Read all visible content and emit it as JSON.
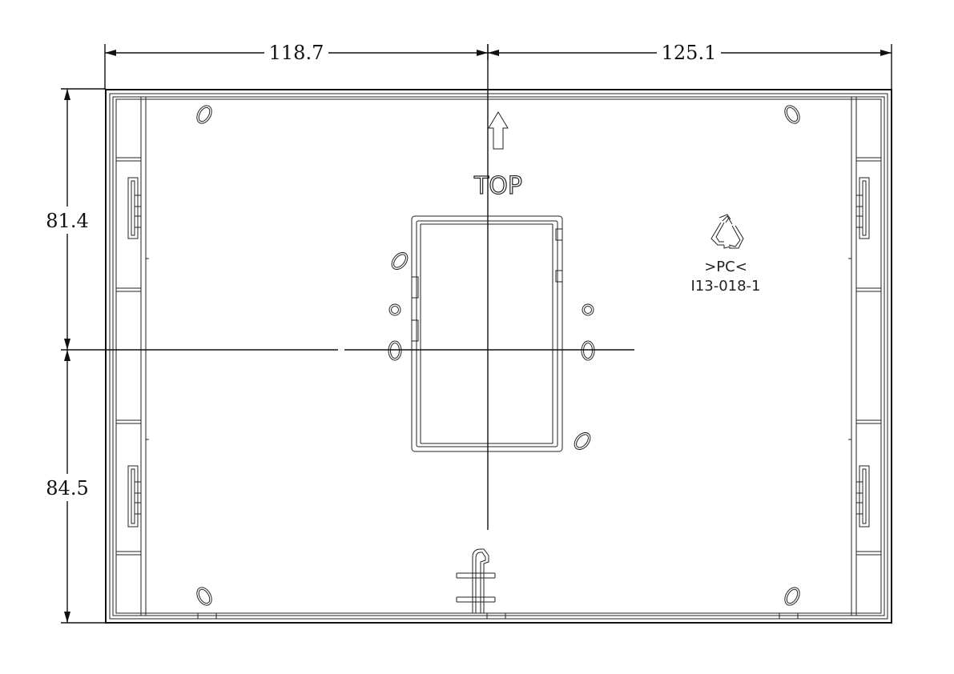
{
  "dimensions": {
    "top_left_width": "118.7",
    "top_right_width": "125.1",
    "left_upper_height": "81.4",
    "left_lower_height": "84.5"
  },
  "markings": {
    "orientation_label": "TOP",
    "material_code": ">PC<",
    "part_number": "I13-018-1"
  },
  "icons": {
    "arrow": "up-arrow-icon",
    "recycle": "recycle-icon"
  }
}
